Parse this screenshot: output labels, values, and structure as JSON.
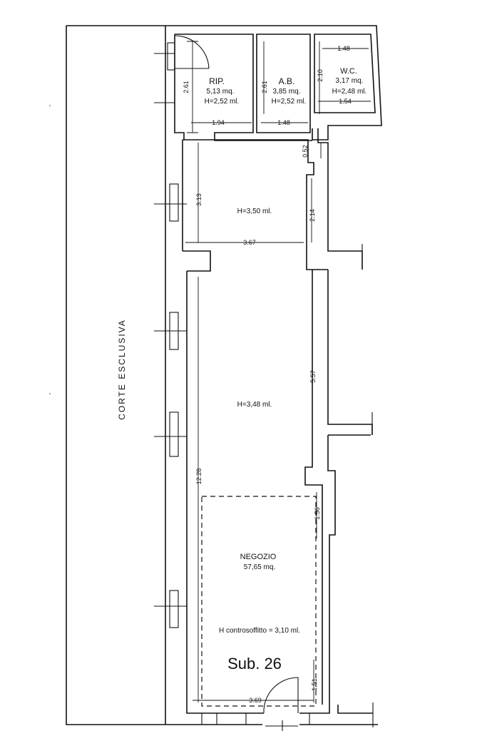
{
  "court": {
    "label": "CORTE   ESCLUSIVA"
  },
  "rooms": {
    "rip": {
      "name": "RIP.",
      "area": "5,13 mq.",
      "height": "H=2,52 ml."
    },
    "ab": {
      "name": "A.B.",
      "area": "3,85 mq.",
      "height": "H=2,52 ml."
    },
    "wc": {
      "name": "W.C.",
      "area": "3,17 mq.",
      "height": "H=2,48 ml."
    },
    "antibagno": {
      "height": "H=3,50 ml."
    },
    "main": {
      "height": "H=3,48 ml."
    },
    "negozio": {
      "name": "NEGOZIO",
      "area": "57,65 mq.",
      "ceiling": "H controsoffitto = 3,10 ml."
    }
  },
  "dimensions": {
    "rip_h": "2.61",
    "rip_w": "1.94",
    "ab_h": "2.61",
    "ab_w": "1.48",
    "wc_top": "1.48",
    "wc_h": "2.10",
    "wc_bottom": "1.54",
    "small": "0.52",
    "room_h": "3.13",
    "room_w": "3.67",
    "room_side": "2.14",
    "main_side": "5.57",
    "long": "12.28",
    "bay": "1.56",
    "bottom_w": "3.69",
    "bottom_side": "1.51"
  },
  "sub_label": "Sub. 26"
}
